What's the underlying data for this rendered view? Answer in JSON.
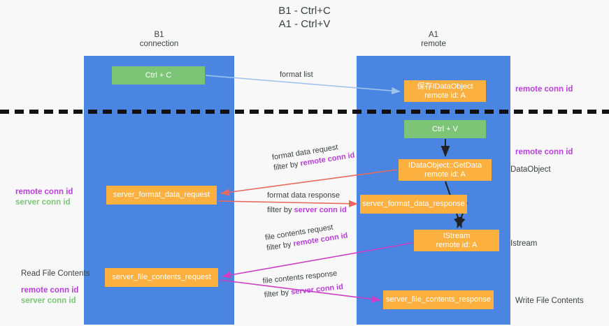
{
  "title": {
    "line1": "B1 - Ctrl+C",
    "line2": "A1 - Ctrl+V"
  },
  "lanes": [
    {
      "id": "b1",
      "name": "B1",
      "role": "connection"
    },
    {
      "id": "a1",
      "name": "A1",
      "role": "remote"
    }
  ],
  "nodes": {
    "ctrl_c": {
      "label": "Ctrl + C",
      "color": "#7cc576"
    },
    "idataobject": {
      "line1": "保存IDataObject",
      "line2": "remote id: A",
      "color": "#fbb03f"
    },
    "ctrl_v": {
      "label": "Ctrl + V",
      "color": "#7cc576"
    },
    "getdata": {
      "line1": "IDataObject::GetData",
      "line2": "remote id: A",
      "color": "#fbb03f"
    },
    "server_format_data_request": {
      "label": "server_format_data_request",
      "color": "#fbb03f"
    },
    "server_format_data_response": {
      "label": "server_format_data_response",
      "color": "#fbb03f"
    },
    "istream": {
      "line1": "IStream",
      "line2": "remote id: A",
      "color": "#fbb03f"
    },
    "server_file_contents_request": {
      "label": "server_file_contents_request",
      "color": "#fbb03f"
    },
    "server_file_contents_response": {
      "label": "server_file_contents_response",
      "color": "#fbb03f"
    }
  },
  "edge_labels": {
    "format_list": "format list",
    "format_data_request": "format data request",
    "format_data_request_filter_prefix": "filter by ",
    "format_data_request_filter_value": "remote conn id",
    "format_data_response": "format data response",
    "format_data_response_filter_prefix": "filter by ",
    "format_data_response_filter_value": "server conn id",
    "file_contents_request": "file contents request",
    "file_contents_request_filter_prefix": "filter by ",
    "file_contents_request_filter_value": "remote conn id",
    "file_contents_response": "file contents response",
    "file_contents_response_filter_prefix": "filter by ",
    "file_contents_response_filter_value": "server conn id"
  },
  "annotations": {
    "remote_conn_id_top": "remote conn id",
    "remote_conn_id_mid": "remote conn id",
    "dataobject": "DataObject",
    "istream": "Istream",
    "write_file_contents": "Write File Contents",
    "read_file_contents": "Read File Contents",
    "left_mid_remote": "remote conn id",
    "left_mid_server": "server conn id",
    "left_bot_remote": "remote conn id",
    "left_bot_server": "server conn id"
  },
  "colors": {
    "lane": "#4a86e1",
    "green_box": "#7cc576",
    "orange_box": "#fbb03f",
    "purple_text": "#b83fd8",
    "green_text": "#7cc576",
    "arrow_blue": "#9fc6ea",
    "arrow_red": "#e8695f",
    "arrow_magenta": "#cc3fc4",
    "arrow_black": "#222222",
    "divider": "#111111",
    "background": "#f8f8f8"
  }
}
